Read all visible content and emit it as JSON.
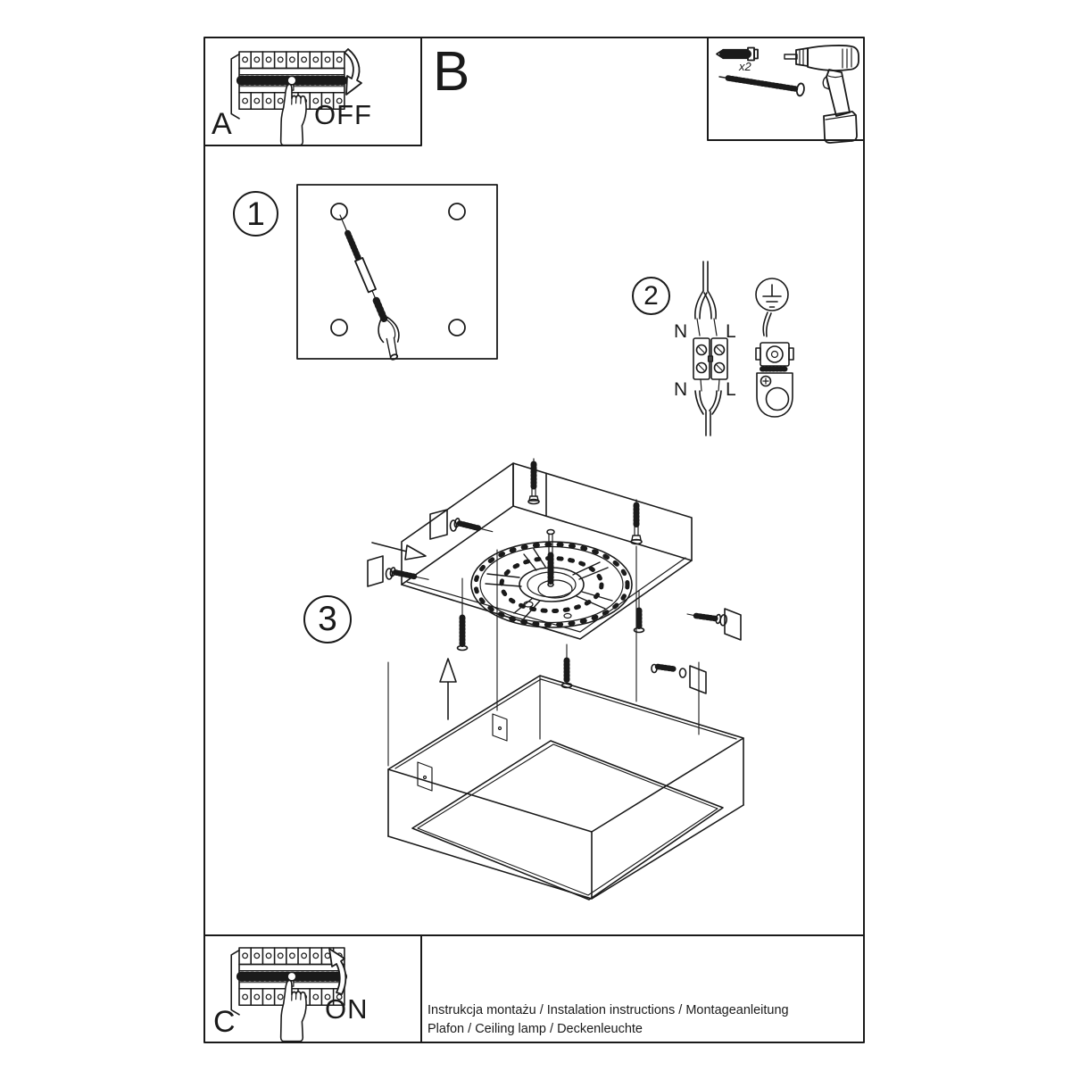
{
  "colors": {
    "ink": "#1a1a1a",
    "paper": "#ffffff"
  },
  "panel_a": {
    "label": "A",
    "action": "OFF"
  },
  "panel_b": {
    "label": "B"
  },
  "panel_c": {
    "label": "C",
    "action": "ON"
  },
  "tools_panel": {
    "anchor_quantity": "x2"
  },
  "steps": {
    "step1": {
      "number": "1"
    },
    "step2": {
      "number": "2",
      "labels": {
        "n_top": "N",
        "l_top": "L",
        "n_bottom": "N",
        "l_bottom": "L"
      }
    },
    "step3": {
      "number": "3"
    }
  },
  "footer": {
    "line1": "Instrukcja montażu / Instalation instructions / Montageanleitung",
    "line2": "Plafon / Ceiling lamp / Deckenleuchte"
  }
}
